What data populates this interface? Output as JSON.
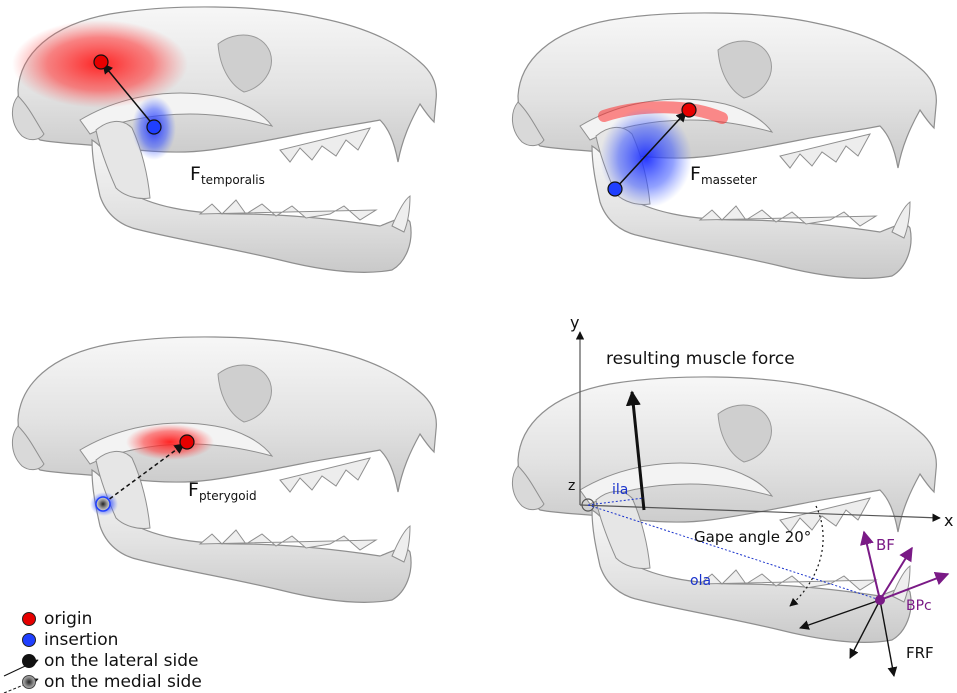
{
  "colors": {
    "origin": "#e60000",
    "insertion": "#1f3fff",
    "bone": "#e8e8e8",
    "bone_edge": "#8f8f8f",
    "arrow": "#111111",
    "axis": "#555555",
    "bite": "#7a1a86",
    "lever": "#1a33cc"
  },
  "panels": {
    "temporalis": {
      "label_main": "F",
      "label_sub": "temporalis"
    },
    "masseter": {
      "label_main": "F",
      "label_sub": "masseter"
    },
    "pterygoid": {
      "label_main": "F",
      "label_sub": "pterygoid"
    }
  },
  "mechanics": {
    "axis_x": "x",
    "axis_y": "y",
    "axis_z": "z",
    "resulting_force": "resulting muscle force",
    "inlever": "ila",
    "outlever": "ola",
    "gape_angle": "Gape angle 20°",
    "bite_force": "BF",
    "bite_point": "BPc",
    "reaction_force": "FRF"
  },
  "legend": {
    "origin": "origin",
    "insertion": "insertion",
    "lateral": "on the lateral side",
    "medial": "on the medial side"
  }
}
